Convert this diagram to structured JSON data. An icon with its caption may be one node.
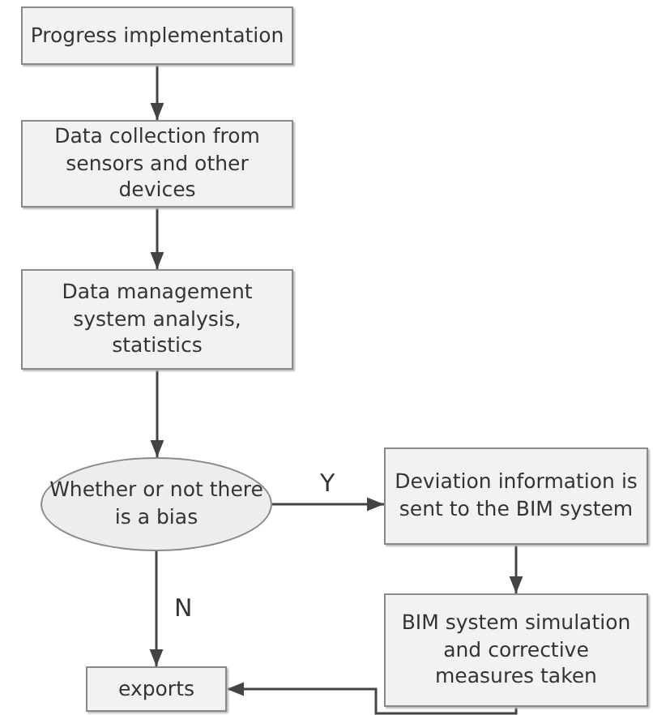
{
  "diagram": {
    "nodes": [
      {
        "text": [
          "Progress implementation"
        ]
      },
      {
        "text": [
          "Data collection from sensors and other devices"
        ]
      },
      {
        "text": [
          "Data management system analysis, statistics"
        ]
      },
      {
        "text": [
          "Whether or not there is a bias"
        ]
      },
      {
        "text": [
          "Deviation information is sent to the BIM system"
        ]
      },
      {
        "text": [
          "BIM system simulation and corrective measures taken"
        ]
      },
      {
        "text": [
          "exports"
        ]
      }
    ],
    "edges": [
      {
        "from": 0,
        "to": 1,
        "arrow": "to"
      },
      {
        "from": 1,
        "to": 2,
        "arrow": "to"
      },
      {
        "from": 2,
        "to": 3,
        "arrow": "to"
      },
      {
        "from": 3,
        "to": 4,
        "arrow": "to",
        "label": "Y"
      },
      {
        "from": 4,
        "to": 5,
        "arrow": "to"
      },
      {
        "from": 3,
        "to": 6,
        "arrow": "to",
        "label": "N"
      },
      {
        "from": 5,
        "to": 6,
        "arrow": "to"
      }
    ]
  }
}
